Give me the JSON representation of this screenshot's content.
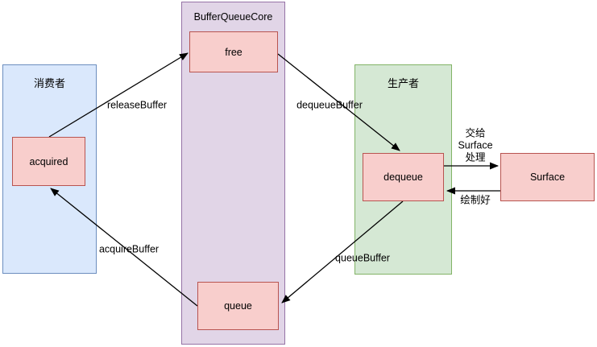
{
  "diagram": {
    "groups": [
      {
        "name": "consumer",
        "label": "消费者"
      },
      {
        "name": "core",
        "label": "BufferQueueCore"
      },
      {
        "name": "producer",
        "label": "生产者"
      }
    ],
    "nodes": [
      {
        "name": "acquired",
        "label": "acquired"
      },
      {
        "name": "free",
        "label": "free"
      },
      {
        "name": "queue",
        "label": "queue"
      },
      {
        "name": "dequeue",
        "label": "dequeue"
      },
      {
        "name": "surface",
        "label": "Surface"
      }
    ],
    "edges": [
      {
        "name": "release",
        "from": "acquired",
        "to": "free",
        "label": "releaseBuffer"
      },
      {
        "name": "dequeue",
        "from": "free",
        "to": "dequeue",
        "label": "dequeueBuffer"
      },
      {
        "name": "handoff",
        "from": "dequeue",
        "to": "surface",
        "label": "交给\nSurface\n处理"
      },
      {
        "name": "drawn",
        "from": "surface",
        "to": "dequeue",
        "label": "绘制好"
      },
      {
        "name": "queue",
        "from": "dequeue",
        "to": "queue",
        "label": "queueBuffer"
      },
      {
        "name": "acquire",
        "from": "queue",
        "to": "acquired",
        "label": "acquireBuffer"
      }
    ],
    "colors": {
      "consumer-fill": "#dae8fc",
      "consumer-stroke": "#6c8ebf",
      "core-fill": "#e1d5e7",
      "core-stroke": "#9673a6",
      "producer-fill": "#d5e8d4",
      "producer-stroke": "#82b366",
      "node-fill": "#f8cecc",
      "node-stroke": "#b85450",
      "edge": "#000000"
    }
  }
}
